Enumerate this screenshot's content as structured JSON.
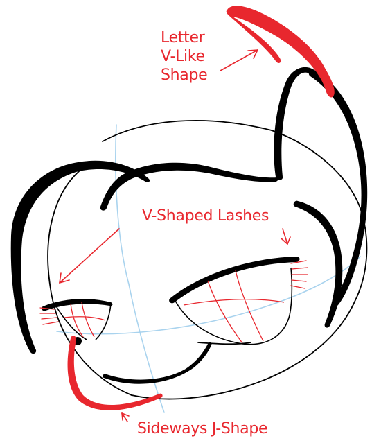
{
  "annotations": {
    "letter_v": {
      "lines": [
        "Letter",
        "V-Like",
        "Shape"
      ]
    },
    "lashes": {
      "text": "V-Shaped Lashes"
    },
    "j_shape": {
      "text": "Sideways J-Shape"
    }
  },
  "colors": {
    "ink": "#000000",
    "highlight": "#e8272e",
    "guide": "#a9d3ee"
  }
}
